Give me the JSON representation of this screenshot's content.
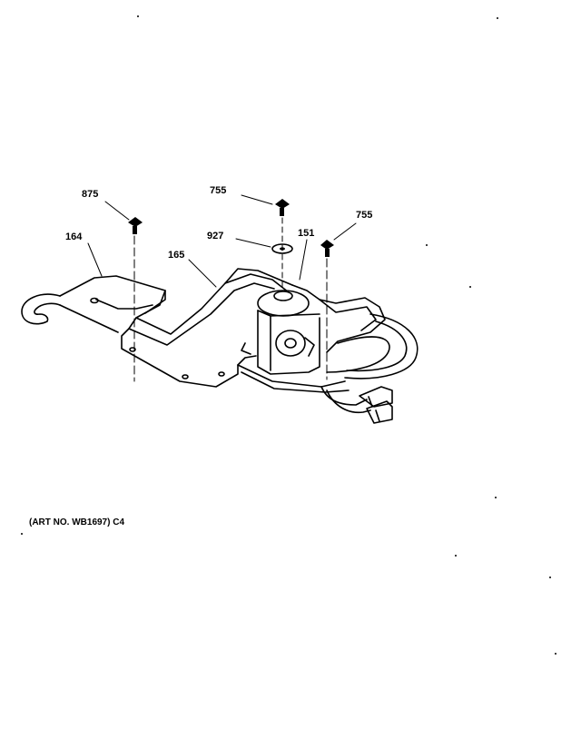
{
  "callouts": {
    "p875": "875",
    "p755_top": "755",
    "p755_right": "755",
    "p927": "927",
    "p151": "151",
    "p164": "164",
    "p165": "165"
  },
  "caption": "(ART NO. WB1697) C4"
}
